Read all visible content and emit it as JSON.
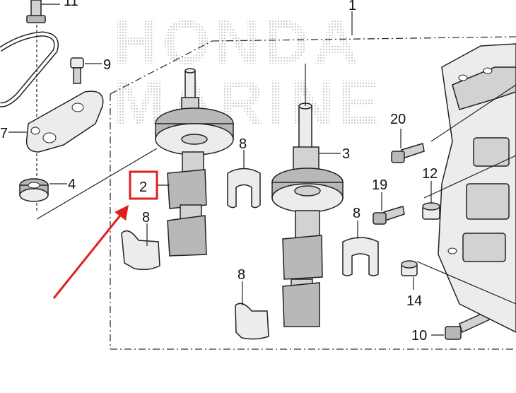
{
  "callouts": {
    "c11": "11",
    "c1": "1",
    "c9": "9",
    "c7": "7",
    "c4": "4",
    "c2": "2",
    "c8a": "8",
    "c8b": "8",
    "c8c": "8",
    "c8d": "8",
    "c3": "3",
    "c20": "20",
    "c12": "12",
    "c19": "19",
    "c14": "14",
    "c10": "10"
  },
  "watermark": {
    "line1": "HONDA",
    "line2": "MARINE"
  },
  "colors": {
    "highlight_box": "#e0201d",
    "arrow": "#e0201d"
  }
}
